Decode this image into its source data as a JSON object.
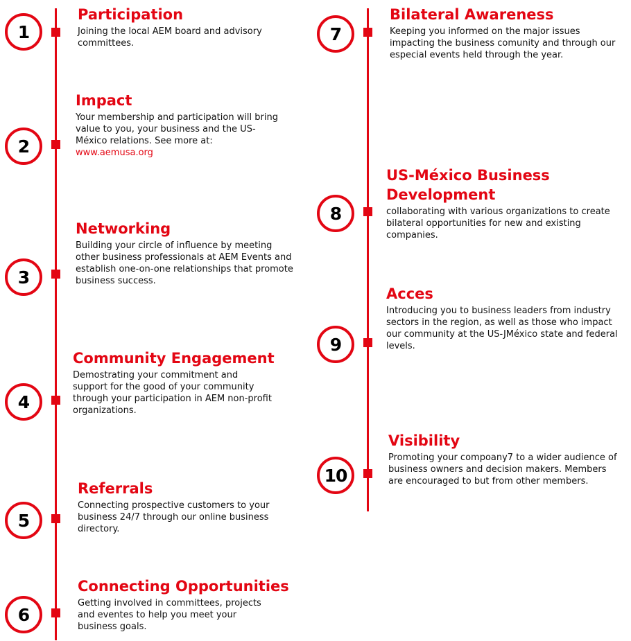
{
  "left_items": [
    {
      "number": "1",
      "title": "Participation",
      "description": "Joining the local AEM board and advisory committees."
    },
    {
      "number": "2",
      "title": "Impact",
      "description": "Your membership and participation will bring value to you, your business and the US-México relations. See more at:",
      "link": "www.aemusa.org"
    },
    {
      "number": "3",
      "title": "Networking",
      "description": "Building your circle of influence by meeting other business professionals at AEM Events and establish one-on-one relationships that promote business success."
    },
    {
      "number": "4",
      "title": "Community Engagement",
      "description": "Demostrating your commitment and support for the good of your community through your participation in AEM non-profit organizations."
    },
    {
      "number": "5",
      "title": "Referrals",
      "description": "Connecting prospective customers to your business 24/7 through our online business directory."
    },
    {
      "number": "6",
      "title": "Connecting Opportunities",
      "description": "Getting involved in committees, projects and eventes to help you meet your business goals."
    }
  ],
  "right_items": [
    {
      "number": "7",
      "title": "Bilateral Awareness",
      "description": "Keeping you informed on the major issues impacting the business comunity and through our especial events held through the year."
    },
    {
      "number": "8",
      "title": "US-México Business Development",
      "description": "collaborating with various organizations to create bilateral opportunities for new and existing companies."
    },
    {
      "number": "9",
      "title": "Acces",
      "description": "Introducing you to business leaders from industry sectors in the region, as well as those who impact our community at the US-JMéxico state and federal levels."
    },
    {
      "number": "10",
      "title": "Visibility",
      "description": "Promoting your compoany7 to a wider audience of business owners and decision makers. Members are encouraged to but from other members."
    }
  ],
  "colors": {
    "accent": "#e30613",
    "text": "#111111"
  }
}
